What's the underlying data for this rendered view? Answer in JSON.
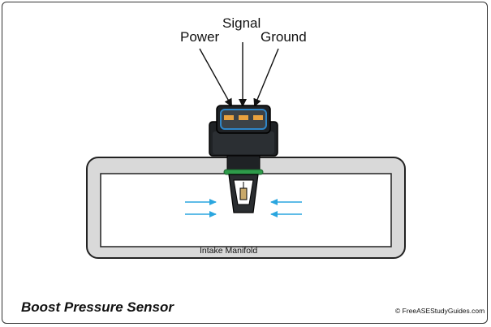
{
  "diagram": {
    "pin_labels": {
      "power": "Power",
      "signal": "Signal",
      "ground": "Ground"
    },
    "manifold_label": "Intake Manifold",
    "caption": "Boost Pressure Sensor",
    "credit": "© FreeASEStudyGuides.com",
    "colors": {
      "connector_body": "#1f2225",
      "connector_inner": "#3c4247",
      "connector_outline": "#2f86c8",
      "terminal_pins": "#e9a13e",
      "seal_ring": "#2e9b4a",
      "manifold_wall": "#d9d9d9",
      "airflow_arrows": "#2aa6df",
      "sensing_element": "#c8a86a"
    }
  }
}
